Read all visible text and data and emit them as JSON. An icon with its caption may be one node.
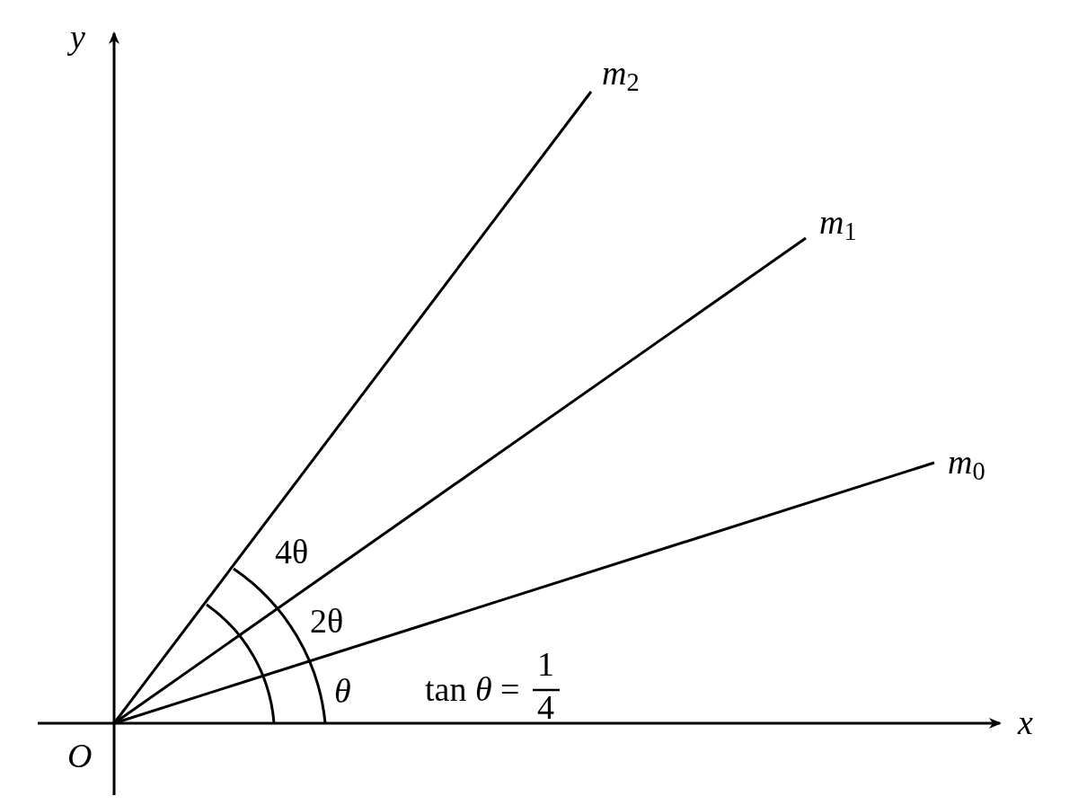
{
  "diagram": {
    "labels": [
      "*y*",
      "*m*$_{2}$",
      "*m*$_{1}$",
      "*m*$_{0}$",
      "4θ",
      "2θ",
      "*θ*",
      "tan *θ* =",
      "1",
      "4",
      "*x*",
      "*O*"
    ]
  }
}
